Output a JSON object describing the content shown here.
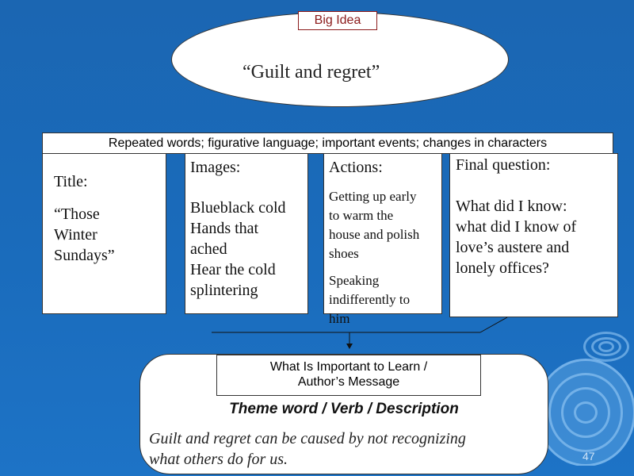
{
  "big_idea": {
    "label": "Big Idea",
    "text": "“Guilt and regret”"
  },
  "evidence_bar": "Repeated words; figurative language; important events; changes in characters",
  "columns": {
    "title": {
      "heading": "Title:",
      "lines": [
        "“Those",
        "Winter",
        "Sundays”"
      ]
    },
    "images": {
      "heading": "Images:",
      "lines": [
        "Blueblack cold",
        "Hands that",
        "ached",
        "Hear the cold",
        "splintering"
      ]
    },
    "actions": {
      "heading": "Actions:",
      "lines": [
        "Getting up early",
        "to warm the",
        "house and polish",
        "shoes"
      ],
      "lines2": [
        "Speaking",
        "indifferently to",
        "him"
      ]
    },
    "final_question": {
      "heading": "Final question:",
      "lines": [
        "What did I know:",
        "what did I know of",
        "love’s austere and",
        "lonely offices?"
      ]
    }
  },
  "message": {
    "header_line1": "What Is Important to Learn /",
    "header_line2": "Author’s Message",
    "theme_line": "Theme word / Verb / Description",
    "sentence_line1": "Guilt and regret can be caused by not recognizing",
    "sentence_line2": "what others do for us."
  },
  "page_number": "47",
  "colors": {
    "background": "#1b66b2",
    "big_idea_label": "#8b1a1a",
    "panel": "#ffffff"
  }
}
